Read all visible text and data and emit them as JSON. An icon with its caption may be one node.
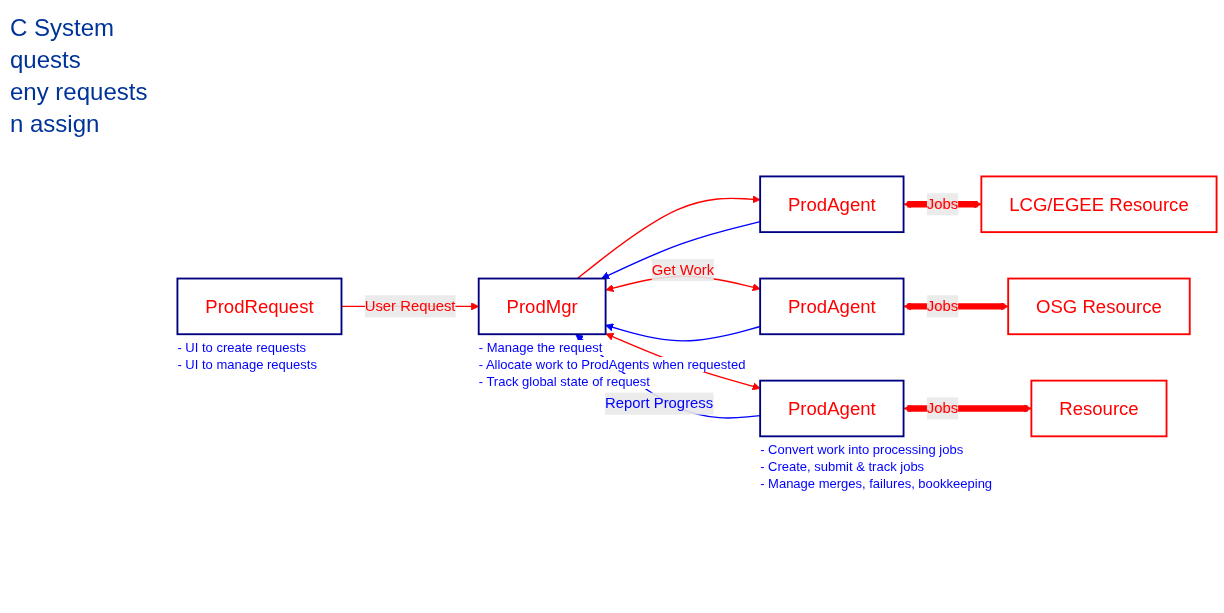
{
  "diagram": {
    "nodes": [
      {
        "text": [
          "ProdRequest"
        ],
        "beside": [
          "- UI to create requests",
          "- UI to manage requests"
        ]
      },
      {
        "text": [
          "ProdMgr"
        ],
        "beside": [
          "- Manage the request",
          "- Allocate work to ProdAgents when requested",
          "- Track global state of request"
        ]
      },
      {
        "text": [
          "ProdAgent"
        ]
      },
      {
        "text": [
          "ProdAgent"
        ]
      },
      {
        "text": [
          "ProdAgent"
        ],
        "beside": [
          "- Convert work into processing jobs",
          "- Create, submit & track jobs",
          "- Manage merges, failures, bookkeeping"
        ]
      },
      {
        "text": [
          "LCG/EGEE Resource"
        ]
      },
      {
        "text": [
          "OSG Resource"
        ]
      },
      {
        "text": [
          "Resource"
        ]
      }
    ],
    "edges": [
      {
        "from": 0,
        "to": 1,
        "arrow": "to",
        "label": "User Request"
      },
      {
        "from": 2,
        "to": 1,
        "arrow": "to",
        "color": "#0000ff"
      },
      {
        "from": 1,
        "to": 2,
        "arrow": "to"
      },
      {
        "from": 1,
        "to": 3,
        "arrow": "both",
        "label": "Get Work"
      },
      {
        "from": 3,
        "to": 1,
        "arrow": "to",
        "color": "#0000ff"
      },
      {
        "from": 1,
        "to": 4,
        "arrow": "both"
      },
      {
        "from": 4,
        "to": 1,
        "arrow": "to",
        "color": "#0000ff",
        "label": "Report Progress"
      },
      {
        "from": 2,
        "to": 5,
        "arrow": "both",
        "label": "Jobs",
        "style": "thick"
      },
      {
        "from": 3,
        "to": 6,
        "arrow": "both",
        "label": "Jobs",
        "style": "thick"
      },
      {
        "from": 4,
        "to": 7,
        "arrow": "both",
        "label": "Jobs",
        "style": "thick"
      }
    ],
    "labels": [
      "C System",
      "quests",
      "eny requests",
      "n assign"
    ]
  }
}
